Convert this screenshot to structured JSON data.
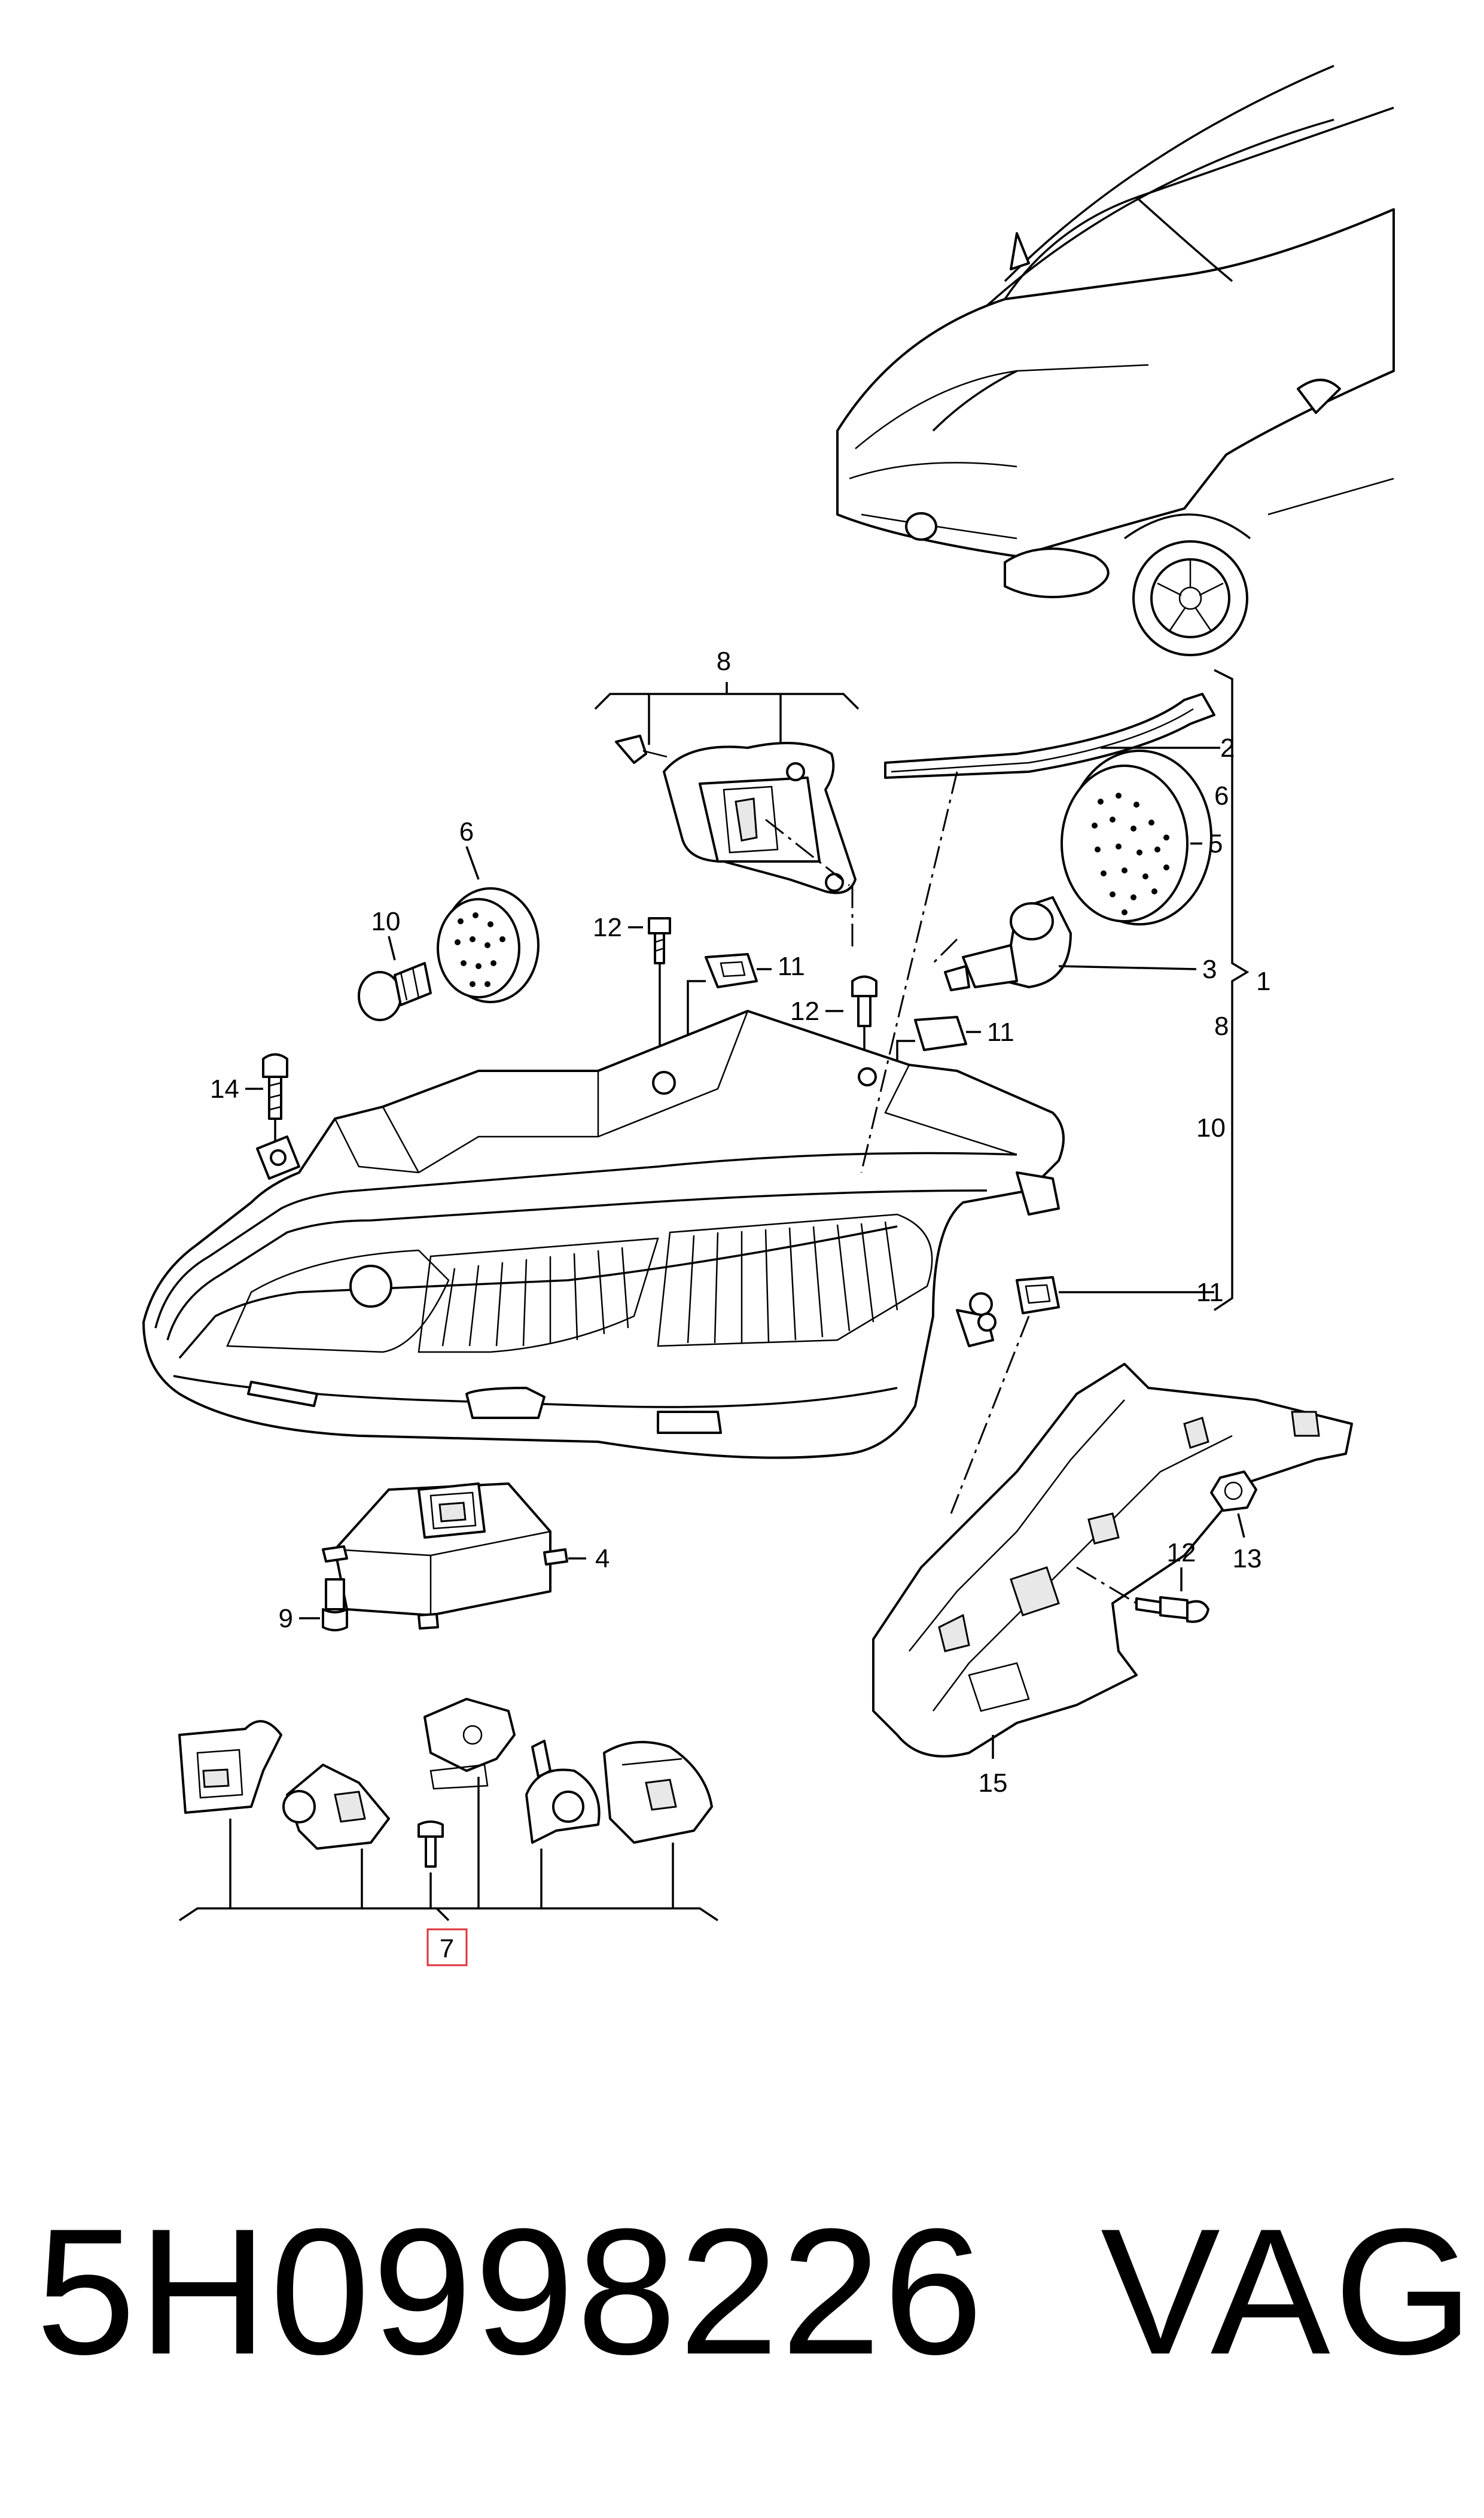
{
  "callouts": {
    "c1": "1",
    "c2": "2",
    "c3": "3",
    "c4": "4",
    "c5": "5",
    "c6_right": "6",
    "c6_left": "6",
    "c7": "7",
    "c8_top": "8",
    "c8_right": "8",
    "c9": "9",
    "c10_left": "10",
    "c10_right": "10",
    "c11_a": "11",
    "c11_b": "11",
    "c11_c": "11",
    "c12_a": "12",
    "c12_b": "12",
    "c12_c": "12",
    "c13": "13",
    "c14": "14",
    "c15": "15"
  },
  "footer": {
    "part_number": "5H0998226",
    "brand": "VAG"
  },
  "highlight_color": "#e0303a"
}
